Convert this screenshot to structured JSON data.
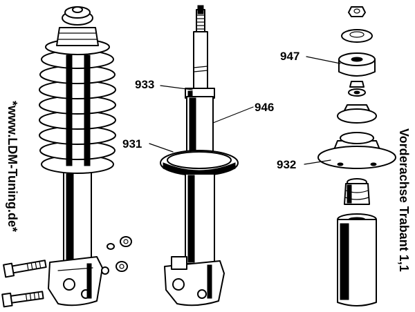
{
  "watermark": "*www.LDM-Tuning.de*",
  "side_title": "Vorderachse Trabant 1,1",
  "callouts": {
    "part_933": "933",
    "part_946": "946",
    "part_931": "931",
    "part_947": "947",
    "part_932": "932"
  },
  "ink_color": "#000000",
  "paper_color": "#ffffff"
}
